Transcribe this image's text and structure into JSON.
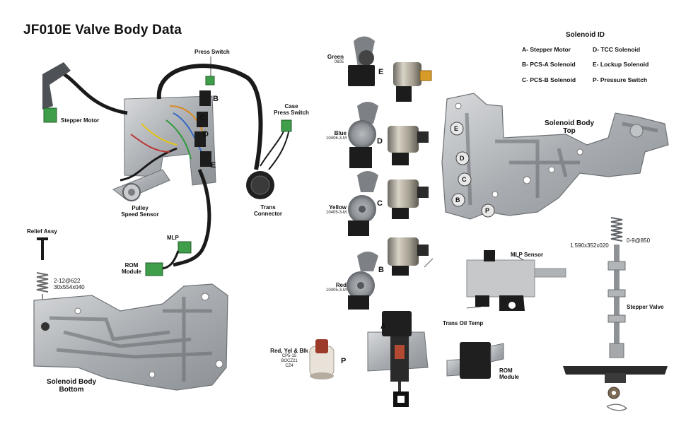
{
  "title": "JF010E Valve Body Data",
  "legend": {
    "title": "Solenoid ID",
    "items": [
      {
        "key": "A-",
        "name": "Stepper Motor"
      },
      {
        "key": "B-",
        "name": "PCS-A Solenoid"
      },
      {
        "key": "C-",
        "name": "PCS-B Solenoid"
      },
      {
        "key": "D-",
        "name": "TCC Solenoid"
      },
      {
        "key": "E-",
        "name": "Lockup Solenoid"
      },
      {
        "key": "P-",
        "name": "Pressure Switch"
      }
    ]
  },
  "harness": {
    "press_switch": "Press Switch",
    "stepper_motor": "Stepper Motor",
    "pulley_speed_sensor_1": "Pulley",
    "pulley_speed_sensor_2": "Speed Sensor",
    "mlp": "MLP",
    "rom_module_1": "ROM",
    "rom_module_2": "Module",
    "case_press_switch_1": "Case",
    "case_press_switch_2": "Press Switch",
    "trans_connector_1": "Trans",
    "trans_connector_2": "Connector",
    "letter_b": "B",
    "letter_c": "C",
    "letter_d": "D",
    "letter_e": "E"
  },
  "relief": {
    "label": "Relief Assy",
    "spring_spec_1": "2-12@622",
    "spring_spec_2": "30x554x040"
  },
  "solenoid_body_bottom": {
    "line1": "Solenoid Body",
    "line2": "Bottom"
  },
  "solenoid_body_top": {
    "line1": "Solenoid Body",
    "line2": "Top",
    "markers": [
      "E",
      "D",
      "C",
      "B",
      "P"
    ]
  },
  "solenoids": [
    {
      "color": "Green",
      "part": "0605",
      "letter": "E"
    },
    {
      "color": "Blue",
      "part": "10406-3-M",
      "letter": "D"
    },
    {
      "color": "Yellow",
      "part": "10405-3-M",
      "letter": "C"
    },
    {
      "color": "Red",
      "part": "10405-3-M",
      "letter": "B"
    }
  ],
  "pressure_switch": {
    "line1": "Red, Yel & Blk",
    "part1": "CP5-15",
    "part2": "BOCZ21",
    "part3": "CZ4",
    "letter": "P"
  },
  "stepper": {
    "letter": "A"
  },
  "rom_module": {
    "line1": "ROM",
    "line2": "Module"
  },
  "mlp_sensor": {
    "label": "MLP Sensor",
    "temp": "Trans Oil Temp"
  },
  "stepper_valve": {
    "label": "Stepper Valve",
    "spring_spec_1": "1.590x352x020",
    "spring_spec_2": "0-9@850"
  }
}
